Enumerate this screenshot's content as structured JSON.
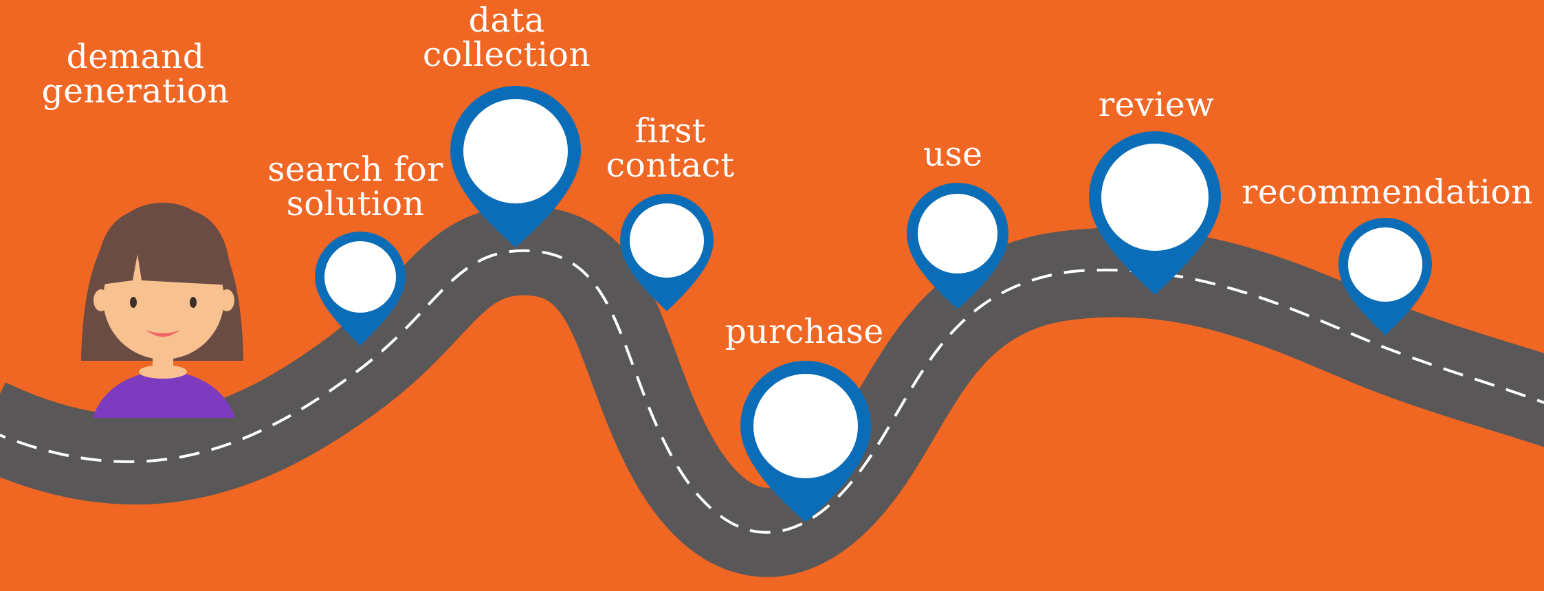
{
  "colors": {
    "background": "#F06623",
    "road": "#595757",
    "road_dash": "#FFFFFF",
    "pin": "#0B6DB7",
    "pin_inner": "#FFFFFF",
    "label": "#FFFFFF",
    "hair": "#6A4C42",
    "skin": "#F8C190",
    "shirt": "#7D3CC0",
    "mouth": "#F16666"
  },
  "stages": [
    {
      "id": "demand-generation",
      "line1": "demand",
      "line2": "generation"
    },
    {
      "id": "search-for-solution",
      "line1": "search for",
      "line2": "solution"
    },
    {
      "id": "data-collection",
      "line1": "data",
      "line2": "collection"
    },
    {
      "id": "first-contact",
      "line1": "first",
      "line2": "contact"
    },
    {
      "id": "purchase",
      "line1": "purchase",
      "line2": ""
    },
    {
      "id": "use",
      "line1": "use",
      "line2": ""
    },
    {
      "id": "review",
      "line1": "review",
      "line2": ""
    },
    {
      "id": "recommendation",
      "line1": "recommendation",
      "line2": ""
    }
  ]
}
